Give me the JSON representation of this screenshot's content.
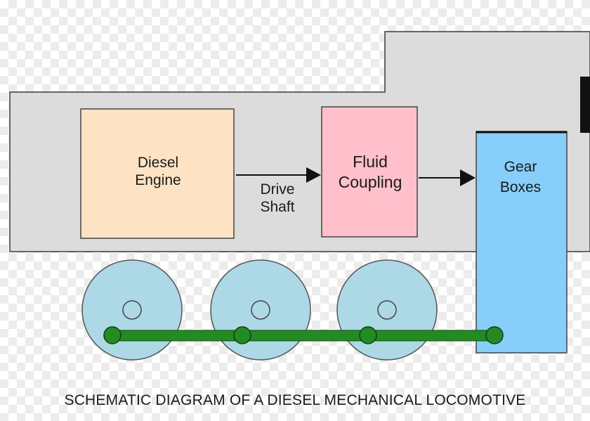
{
  "diagram": {
    "title": "SCHEMATIC DIAGRAM OF A DIESEL MECHANICAL LOCOMOTIVE",
    "components": {
      "diesel_engine": {
        "line1": "Diesel",
        "line2": "Engine",
        "fill": "#fde3c4"
      },
      "drive_shaft": {
        "line1": "Drive",
        "line2": "Shaft"
      },
      "fluid_coupling": {
        "line1": "Fluid",
        "line2": "Coupling",
        "fill": "#ffc0cb"
      },
      "gear_boxes": {
        "line1": "Gear",
        "line2": "Boxes",
        "fill": "#87cefa"
      }
    },
    "colors": {
      "body": "#dcdcdc",
      "wheel": "#add8e6",
      "coupling_rod": "#228b22"
    }
  }
}
